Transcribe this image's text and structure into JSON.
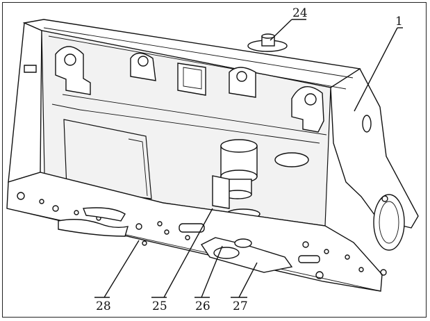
{
  "labels": {
    "l24": "24",
    "l1": "1",
    "l28": "28",
    "l25": "25",
    "l26": "26",
    "l27": "27"
  }
}
